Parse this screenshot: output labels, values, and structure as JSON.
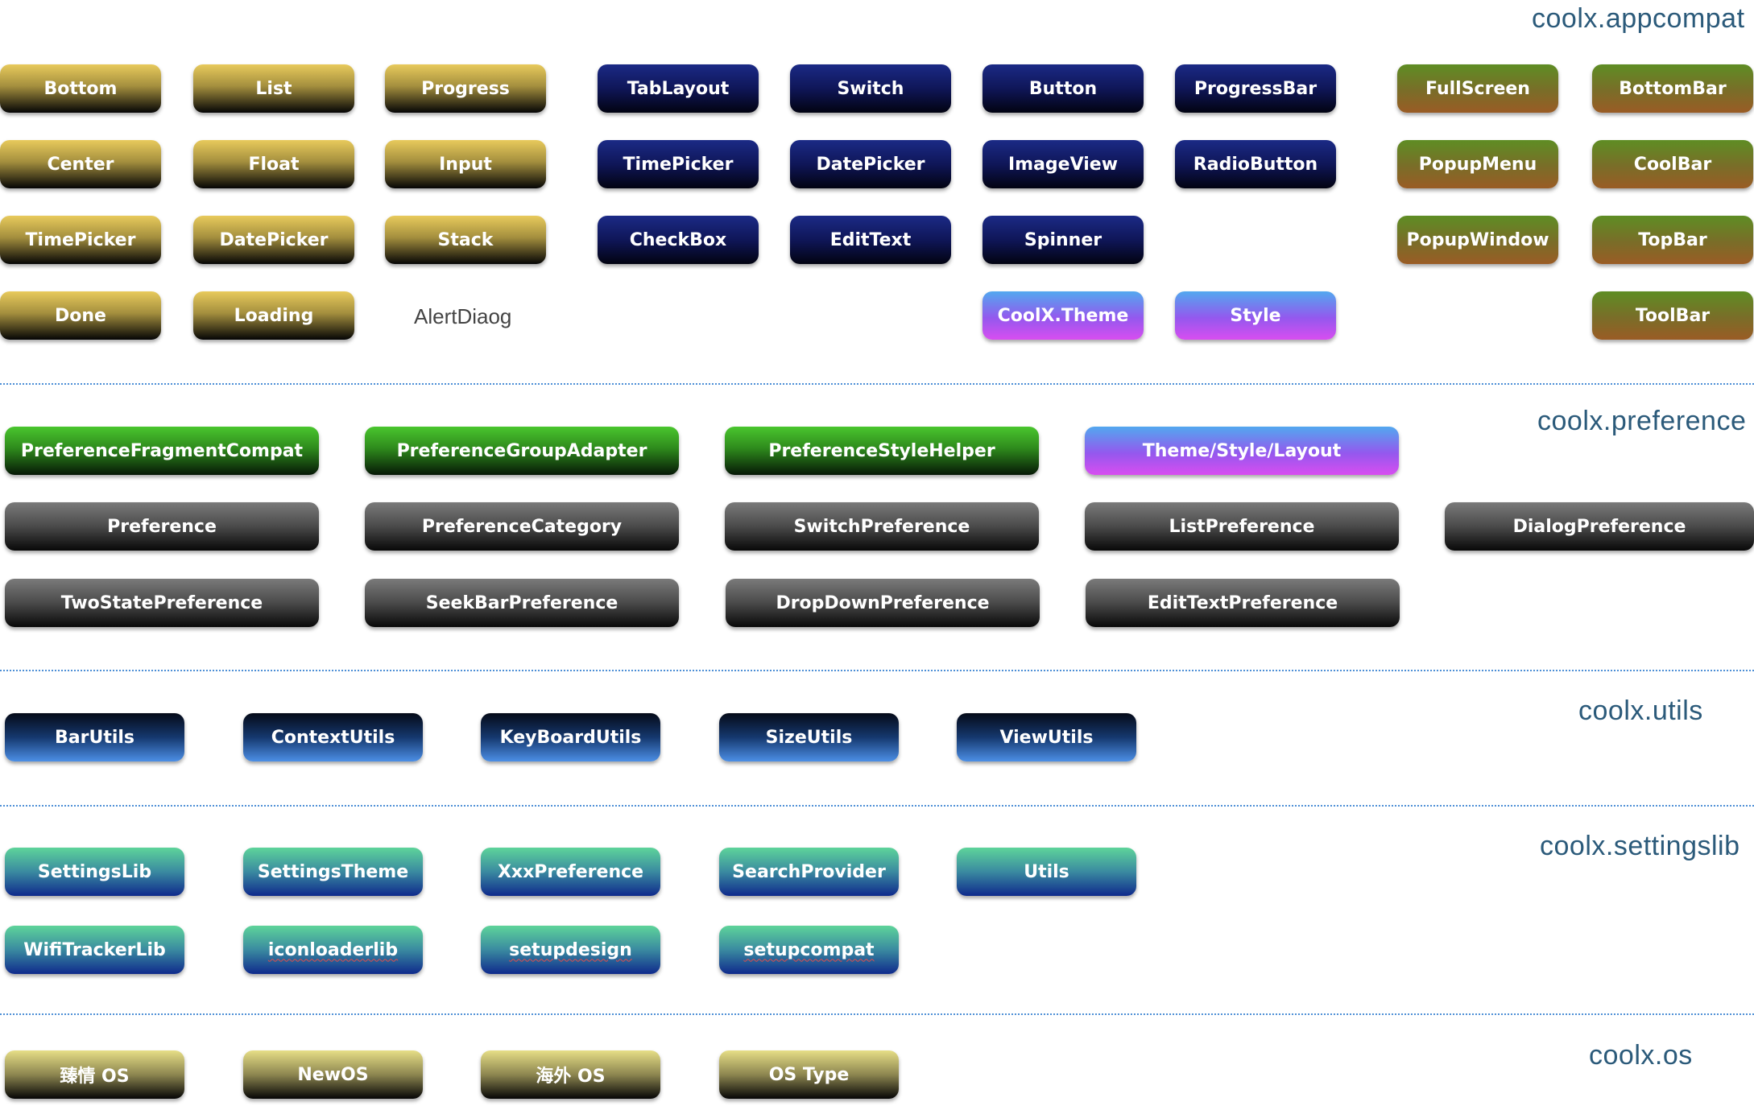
{
  "sections": {
    "appcompat": {
      "title": "coolx.appcompat",
      "gold": [
        "Bottom",
        "List",
        "Progress",
        "Center",
        "Float",
        "Input",
        "TimePicker",
        "DatePicker",
        "Stack",
        "Done",
        "Loading"
      ],
      "plain": "AlertDiaog",
      "navy": [
        "TabLayout",
        "Switch",
        "Button",
        "ProgressBar",
        "TimePicker",
        "DatePicker",
        "ImageView",
        "RadioButton",
        "CheckBox",
        "EditText",
        "Spinner"
      ],
      "violet": [
        "CoolX.Theme",
        "Style"
      ],
      "olive": [
        "FullScreen",
        "BottomBar",
        "PopupMenu",
        "CoolBar",
        "PopupWindow",
        "TopBar",
        "ToolBar"
      ]
    },
    "preference": {
      "title": "coolx.preference",
      "green": [
        "PreferenceFragmentCompat",
        "PreferenceGroupAdapter",
        "PreferenceStyleHelper"
      ],
      "violet": [
        "Theme/Style/Layout"
      ],
      "gray": [
        "Preference",
        "PreferenceCategory",
        "SwitchPreference",
        "ListPreference",
        "DialogPreference",
        "TwoStatePreference",
        "SeekBarPreference",
        "DropDownPreference",
        "EditTextPreference"
      ]
    },
    "utils": {
      "title": "coolx.utils",
      "blue": [
        "BarUtils",
        "ContextUtils",
        "KeyBoardUtils",
        "SizeUtils",
        "ViewUtils"
      ]
    },
    "settingslib": {
      "title": "coolx.settingslib",
      "teal": [
        "SettingsLib",
        "SettingsTheme",
        "XxxPreference",
        "SearchProvider",
        "Utils",
        "WifiTrackerLib",
        "iconloaderlib",
        "setupdesign",
        "setupcompat"
      ]
    },
    "os": {
      "title": "coolx.os",
      "khaki": [
        "臻情 OS",
        "NewOS",
        "海外 OS",
        "OS Type"
      ]
    }
  },
  "colors": {
    "title": "#2b5a7a",
    "divider": "#4d8fd6",
    "gold_top": "#e8ca5c",
    "navy_top": "#1b2a86",
    "olive_top": "#5e8d24",
    "violet_bottom": "#d84ef0",
    "green_top": "#4ac62e",
    "gray_top": "#7a7a7a",
    "blue_bottom": "#4c8fe6",
    "teal_top": "#5ed49a",
    "khaki_top": "#e6de86"
  }
}
